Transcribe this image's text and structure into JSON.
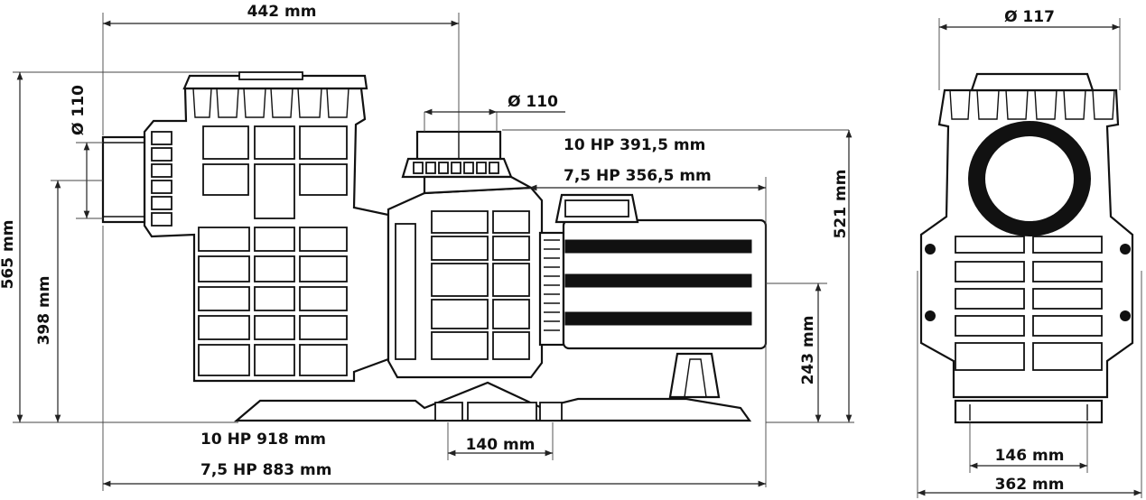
{
  "dimensions": {
    "top_length": "442 mm",
    "left_inlet_dia": "Ø 110",
    "height_total": "565 mm",
    "height_inlet": "398 mm",
    "outlet_dia": "Ø 110",
    "motor_10hp": "10 HP 391,5 mm",
    "motor_75hp": "7,5 HP 356,5 mm",
    "height_outlet": "521 mm",
    "height_shaft": "243 mm",
    "length_10hp": "10 HP 918 mm",
    "length_75hp": "7,5 HP 883 mm",
    "foot_spacing": "140 mm",
    "side_top_dia": "Ø 117",
    "side_foot": "146 mm",
    "side_width": "362 mm"
  }
}
